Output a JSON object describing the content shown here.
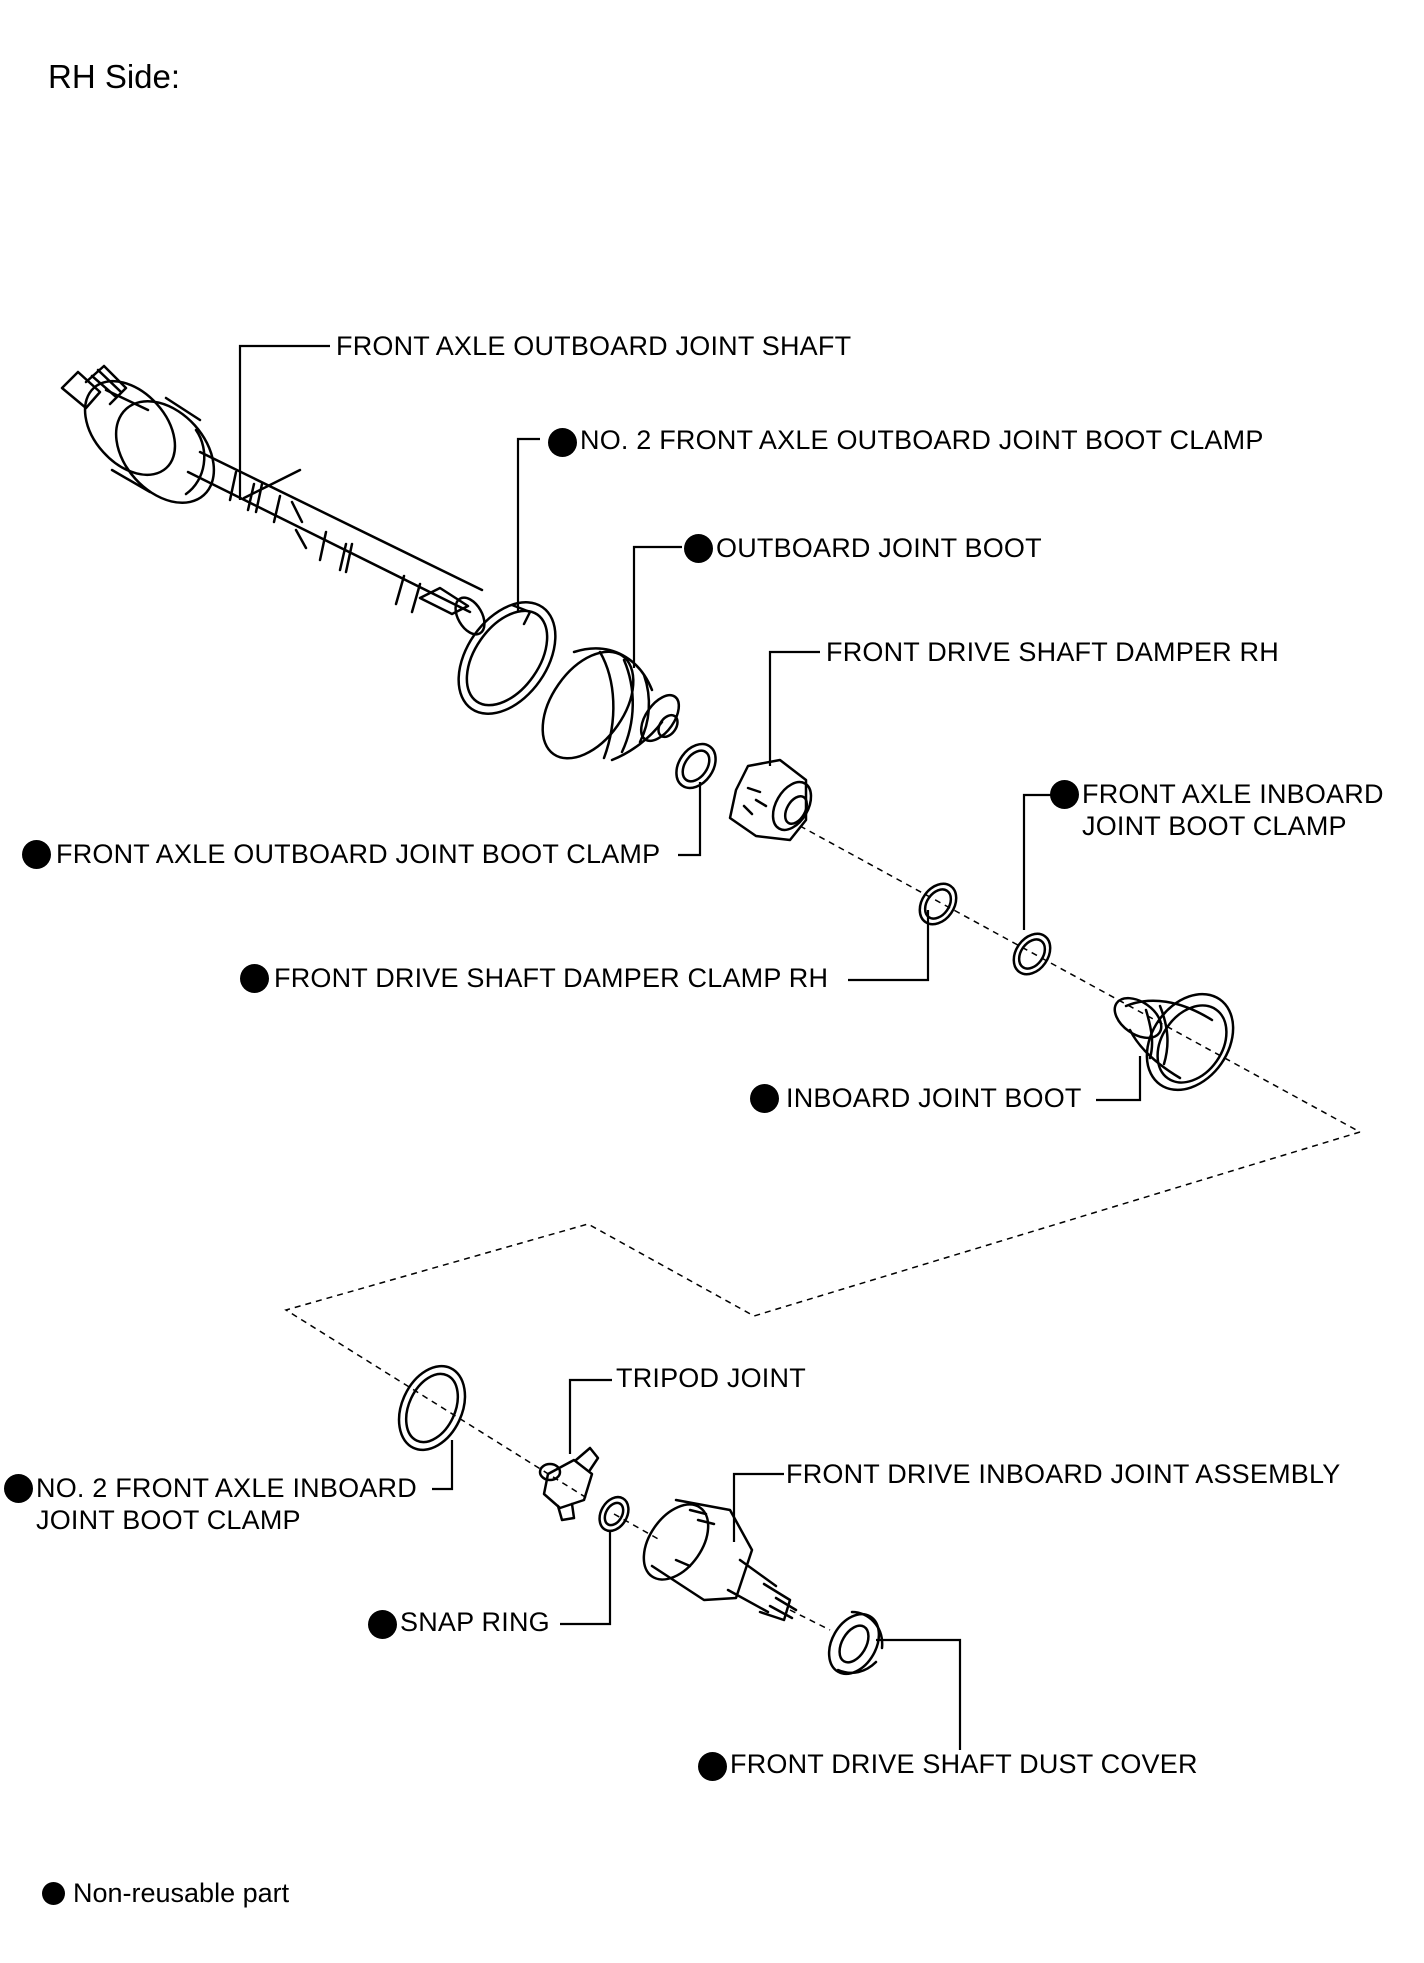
{
  "page": {
    "title": "RH Side:",
    "legend_text": "Non-reusable part"
  },
  "labels": {
    "outboard_joint_shaft": "FRONT AXLE OUTBOARD JOINT SHAFT",
    "no2_outboard_boot_clamp": "NO. 2 FRONT AXLE OUTBOARD JOINT BOOT CLAMP",
    "outboard_joint_boot": "OUTBOARD JOINT BOOT",
    "damper_rh": "FRONT DRIVE SHAFT DAMPER RH",
    "inboard_boot_clamp": "FRONT AXLE INBOARD\nJOINT BOOT CLAMP",
    "outboard_boot_clamp": "FRONT AXLE OUTBOARD JOINT BOOT CLAMP",
    "damper_clamp_rh": "FRONT DRIVE SHAFT DAMPER CLAMP RH",
    "inboard_joint_boot": "INBOARD JOINT BOOT",
    "tripod_joint": "TRIPOD JOINT",
    "inboard_joint_assembly": "FRONT DRIVE INBOARD JOINT ASSEMBLY",
    "no2_inboard_boot_clamp": "NO. 2 FRONT AXLE INBOARD\nJOINT BOOT CLAMP",
    "snap_ring": "SNAP RING",
    "dust_cover": "FRONT DRIVE SHAFT DUST COVER"
  }
}
